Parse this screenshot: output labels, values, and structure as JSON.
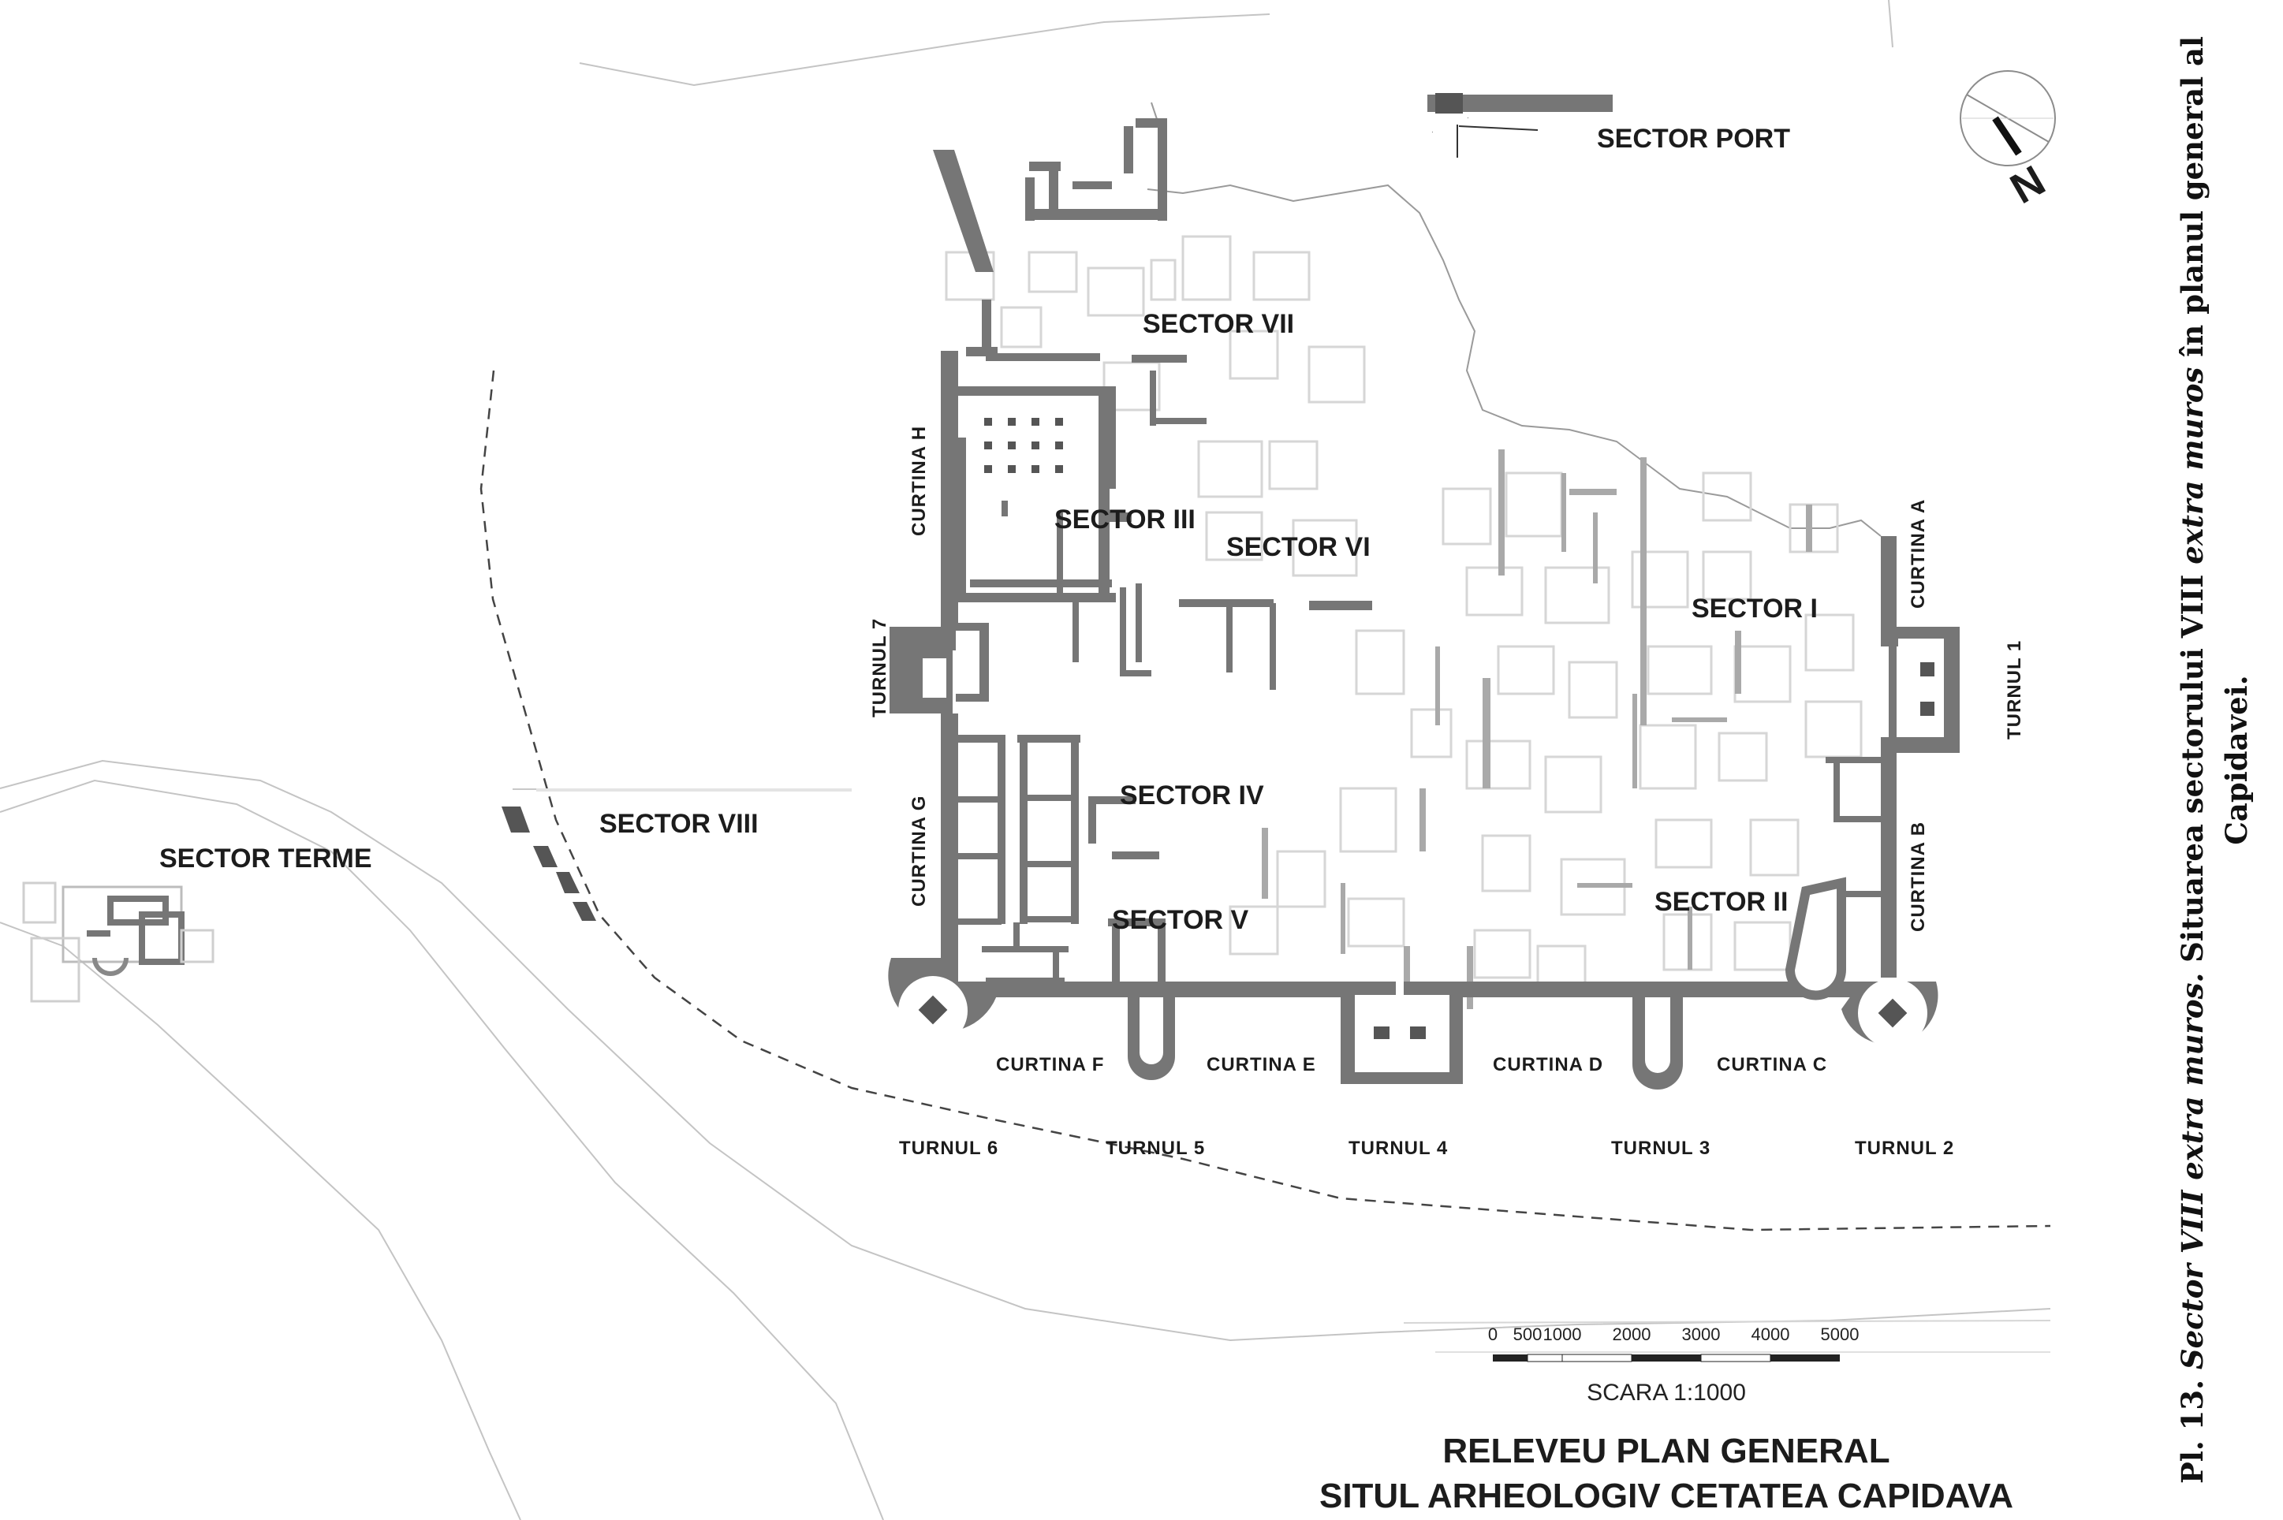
{
  "plate": {
    "label": "Pl. 13.",
    "italic_title": "Sector VIII extra muros.",
    "text_part1": "Situarea sectorului VIII",
    "text_italic": "extra muros",
    "text_part2": "în planul general al Capidavei."
  },
  "map": {
    "sectors": {
      "port": "SECTOR PORT",
      "vii": "SECTOR VII",
      "iii": "SECTOR III",
      "vi": "SECTOR VI",
      "i": "SECTOR I",
      "iv": "SECTOR IV",
      "viii": "SECTOR VIII",
      "terme": "SECTOR TERME",
      "v": "SECTOR V",
      "ii": "SECTOR II"
    },
    "curtains": {
      "a": "CURTINA A",
      "b": "CURTINA B",
      "c": "CURTINA C",
      "d": "CURTINA D",
      "e": "CURTINA E",
      "f": "CURTINA F",
      "g": "CURTINA G",
      "h": "CURTINA H"
    },
    "towers": {
      "t1": "TURNUL 1",
      "t2": "TURNUL 2",
      "t3": "TURNUL 3",
      "t4": "TURNUL 4",
      "t5": "TURNUL 5",
      "t6": "TURNUL 6",
      "t7": "TURNUL 7"
    },
    "north_symbol": "N",
    "scale": {
      "ticks": [
        "0",
        "500",
        "1000",
        "2000",
        "3000",
        "4000",
        "5000"
      ],
      "label": "SCARA 1:1000"
    },
    "title_line1": "RELEVEU PLAN GENERAL",
    "title_line2": "SITUL ARHEOLOGIV CETATEA CAPIDAVA"
  },
  "colors": {
    "wall": "#767676",
    "faint": "#d6d6d6",
    "text": "#1c1c1c"
  }
}
